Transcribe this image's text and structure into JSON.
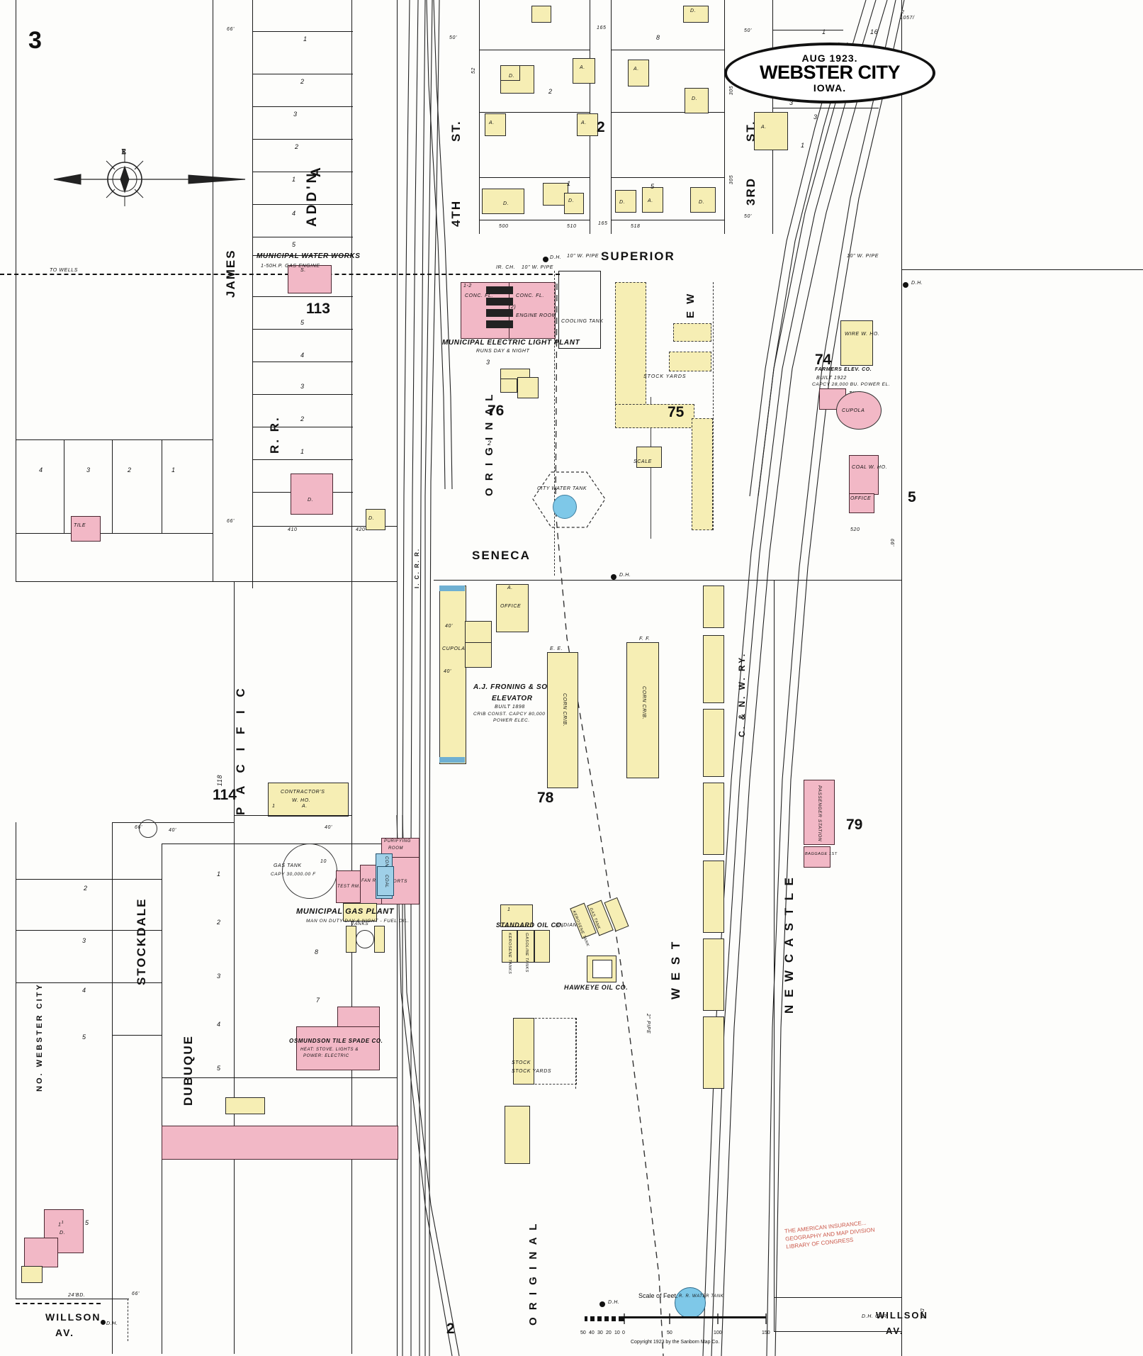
{
  "sheet": {
    "number_left": "3",
    "number_right": "3",
    "number_bottom": "2",
    "edge_right_mid": "5",
    "edge_top_right": "1057/",
    "copyright": "Copyright 1923 by the Sanborn Map Co."
  },
  "title": {
    "date": "AUG 1923.",
    "city": "WEBSTER CITY",
    "state": "IOWA.",
    "corner_sub": "2"
  },
  "streets": [
    {
      "name": "JAMES",
      "orientation": "vertical"
    },
    {
      "name": "4TH",
      "orientation": "vertical"
    },
    {
      "name": "ST.",
      "orientation": "vertical"
    },
    {
      "name": "3RD",
      "orientation": "vertical"
    },
    {
      "name": "ST.",
      "orientation": "vertical"
    },
    {
      "name": "SUPERIOR",
      "orientation": "horizontal"
    },
    {
      "name": "SENECA",
      "orientation": "horizontal"
    },
    {
      "name": "STOCKDALE",
      "orientation": "vertical"
    },
    {
      "name": "DUBUQUE",
      "orientation": "vertical"
    },
    {
      "name": "WILLSON AV.",
      "orientation": "horizontal"
    },
    {
      "name": "NO. WEBSTER CITY",
      "orientation": "vertical"
    },
    {
      "name": "ORIGINAL",
      "orientation": "vertical"
    },
    {
      "name": "NEW CASTLE",
      "orientation": "vertical"
    },
    {
      "name": "WEST",
      "orientation": "vertical"
    },
    {
      "name": "ORIGINAL",
      "orientation": "vertical"
    },
    {
      "name": "ILL. CENT. R.R.",
      "orientation": "vertical"
    },
    {
      "name": "PACIFIC R.R.",
      "orientation": "vertical"
    },
    {
      "name": "C. & N.W. RY.",
      "orientation": "vertical"
    }
  ],
  "street_labels": {
    "james": "JAMES",
    "fourth": "4TH",
    "st1": "ST.",
    "third": "3RD",
    "st2": "ST.",
    "superior": "SUPERIOR",
    "seneca": "SENECA",
    "stockdale": "STOCKDALE",
    "dubuque": "DUBUQUE",
    "willson1": "WILLSON",
    "willson_av1": "AV.",
    "willson2": "WILLSON",
    "willson_av2": "AV.",
    "no_webster_city": "NO. WEBSTER CITY",
    "original_addn_top": "ADD'N",
    "original_a": "A",
    "original_word": "O R I G I N A L",
    "original_word2": "O R I G I N A L",
    "new_castle": "N E W   C A S T L E",
    "west": "W E S T",
    "new_top": "N E W",
    "pacific": "P A C I F I C",
    "rr": "R. R.",
    "ic_rr": "I. C. R. R.",
    "cnw": "C. & N. W. RY.",
    "to_wells": "TO WELLS"
  },
  "block_numbers": [
    "113",
    "114",
    "118",
    "2",
    "76",
    "75",
    "74",
    "5",
    "78",
    "79",
    "3",
    "3",
    "2"
  ],
  "blocks": {
    "b113": "113",
    "b114": "114",
    "b118": "118",
    "b2": "2",
    "b76": "76",
    "b75": "75",
    "b74": "74",
    "b78": "78",
    "b79": "79"
  },
  "features": [
    {
      "name": "Municipal Water Works",
      "label": "MUNICIPAL WATER WORKS",
      "sub": "1-50H.P. GAS ENGINE",
      "construction": "brick"
    },
    {
      "name": "Municipal Electric Light Plant",
      "label": "MUNICIPAL ELECTRIC LIGHT PLANT",
      "sub": "RUNS DAY & NIGHT",
      "rooms": [
        "CONC. FL.",
        "CONC. FL.",
        "ENGINE ROOM",
        "(2)"
      ],
      "construction": "brick"
    },
    {
      "name": "City Water Tank",
      "label": "CITY WATER TANK"
    },
    {
      "name": "Cooling Tank",
      "label": "COOLING TANK"
    },
    {
      "name": "Stock Yards",
      "label": "STOCK YARDS"
    },
    {
      "name": "Scale",
      "label": "SCALE"
    },
    {
      "name": "Farmers Elevator Co.",
      "label": "FARMERS ELEV. CO.",
      "sub": "BUILT 1922",
      "sub2": "CAPCY 28,000 BU. POWER EL.",
      "parts": [
        "WIRE W. HO.",
        "CUPOLA",
        "OFFICE",
        "COAL W. HO.",
        "TILE"
      ]
    },
    {
      "name": "A.J. Froning & Son Elevator",
      "label": "A.J. FRONING & SON",
      "label2": "ELEVATOR",
      "sub": "BUILT 1898",
      "sub2": "CRIB CONST. CAPCY 80,000 BU.",
      "sub3": "POWER ELEC.",
      "parts": [
        "CUPOLA",
        "OFFICE",
        "40'",
        "40'"
      ]
    },
    {
      "name": "Corn Crib",
      "label": "CORN CRIB."
    },
    {
      "name": "Corn Crib 2",
      "label": "CORN CRIB."
    },
    {
      "name": "Contractor's Warehouse",
      "label": "CONTRACTOR'S",
      "label2": "W. HO."
    },
    {
      "name": "Municipal Gas Plant",
      "label": "MUNICIPAL GAS PLANT",
      "sub": "MAN ON DUTY DAY & NIGHT - FUEL OIL.",
      "parts": [
        "GAS TANK",
        "CAPY 30,000.00 F",
        "PURIFYING ROOM",
        "RETORTS",
        "FAN RM.",
        "TEST RM.",
        "CONDENSERS",
        "COAL",
        "TANKS"
      ]
    },
    {
      "name": "Osmundson Tile Spade Co.",
      "label": "OSMUNDSON TILE SPADE CO.",
      "sub": "HEAT: STOVE. LIGHTS &",
      "sub2": "POWER: ELECTRIC"
    },
    {
      "name": "Standard Oil Co.",
      "label": "STANDARD OIL CO.",
      "sub": "(INDIANA)",
      "parts": [
        "KEROSENE TANKS",
        "GASOLINE TANKS",
        "KEROSENE TANK",
        "GAS TANK"
      ]
    },
    {
      "name": "Hawkeye Oil Co.",
      "label": "HAWKEYE OIL CO."
    },
    {
      "name": "Passenger Station",
      "label": "PASSENGER STATION",
      "sub": "BAGGAGE 1ST"
    },
    {
      "name": "Stock Yards South",
      "label": "STOCK YARDS"
    },
    {
      "name": "Water Tank South",
      "label": "R. R. WATER TANK"
    }
  ],
  "labels": {
    "mun_water_works": "MUNICIPAL WATER WORKS",
    "mun_water_works_sub": "1-50H.P. GAS ENGINE",
    "mun_elec": "MUNICIPAL ELECTRIC LIGHT PLANT",
    "mun_elec_sub": "RUNS DAY & NIGHT",
    "engine_room": "ENGINE ROOM",
    "conc_fl_a": "CONC. FL.",
    "conc_fl_b": "CONC. FL.",
    "paren2": "(2)",
    "cooling_tank": "COOLING TANK",
    "city_water_tank": "CITY WATER TANK",
    "stock_yards": "STOCK YARDS",
    "scale_bldg": "SCALE",
    "wire_wh": "WIRE W. HO.",
    "farmers_elev": "FARMERS ELEV. CO.",
    "farmers_built": "BUILT 1922",
    "farmers_cap": "CAPCY 28,000 BU. POWER EL.",
    "tile": "TILE",
    "cupola_f": "CUPOLA",
    "coal_wh": "COAL W. HO.",
    "office_f": "OFFICE",
    "froning1": "A.J. FRONING & SON",
    "froning2": "ELEVATOR",
    "froning_built": "BUILT 1898",
    "froning_cap": "CRIB CONST. CAPCY 80,000 BU.",
    "froning_pwr": "POWER ELEC.",
    "office_a": "OFFICE",
    "cupola_a": "CUPOLA",
    "forty_a": "40'",
    "forty_b": "40'",
    "ee": "E. E.",
    "ff": "F. F.",
    "corn_crib_1": "CORN CRIB.",
    "corn_crib_2": "CORN CRIB.",
    "contractors": "CONTRACTOR'S",
    "contractors2": "W. HO.",
    "gas_tank": "GAS TANK",
    "gas_tank_cap": "CAPY 30,000.00 F",
    "purifying": "PURIFYING",
    "room": "ROOM",
    "retorts": "RETORTS",
    "fan_rm": "FAN RM.",
    "test_rm": "TEST RM.",
    "condensers": "CONDENSERS",
    "coal": "COAL",
    "tanks": "TANKS",
    "mun_gas": "MUNICIPAL GAS PLANT",
    "mun_gas_sub": "MAN ON DUTY DAY & NIGHT - FUEL OIL.",
    "osmundson": "OSMUNDSON TILE SPADE CO.",
    "osmundson_sub": "HEAT: STOVE. LIGHTS &",
    "osmundson_sub2": "POWER: ELECTRIC",
    "standard_oil": "STANDARD OIL CO.",
    "standard_oil_sub": "(INDIANA)",
    "kerosene_tanks": "KEROSENE TANKS",
    "gasoline_tanks": "GASOLINE TANKS",
    "kerosene_tank2": "KEROSENE TANK",
    "gas_tank2": "GAS TANK",
    "hawkeye": "HAWKEYE OIL CO.",
    "passenger_station": "PASSENGER STATION",
    "baggage": "BAGGAGE 1ST",
    "stock_yards_s": "STOCK YARDS",
    "rr_water_tank": "R. R. WATER TANK",
    "to_wells": "TO WELLS",
    "pipe_10_a": "10\" W. PIPE",
    "pipe_10_b": "10\" W. PIPE",
    "pipe_10_c": "10\" W. PIPE",
    "pipe_10_d": "10\" W. PIPE",
    "ir_ch_a": "IR. CH.",
    "dh1": "D.H.",
    "dh2": "D.H.",
    "dh3": "D.H.",
    "dh4": "D.H.",
    "dh5": "D.H.",
    "dh6": "D.H.",
    "dh7": "D.H.",
    "dh_car": "D.H. CAR",
    "two_in_pipe": "2\" PIPE"
  },
  "dimensions": {
    "d66_a": "66'",
    "d66_b": "66'",
    "d66_c": "66'",
    "d66_d": "66'",
    "d66_e": "66'",
    "d50_a": "50'",
    "d50_b": "50'",
    "d50_c": "50'",
    "d40": "40'",
    "d500": "500",
    "d510": "510",
    "d518": "518",
    "d165": "165",
    "d16": "16",
    "d1": "1"
  },
  "scale": {
    "caption": "Scale of Feet.",
    "ticks": [
      "50",
      "40",
      "30",
      "20",
      "10",
      "0",
      "50",
      "100",
      "150"
    ]
  },
  "redstamp": {
    "l1": "THE AMERICAN INSURANCE...",
    "l2": "GEOGRAPHY AND MAP DIVISION",
    "l3": "LIBRARY OF CONGRESS"
  }
}
